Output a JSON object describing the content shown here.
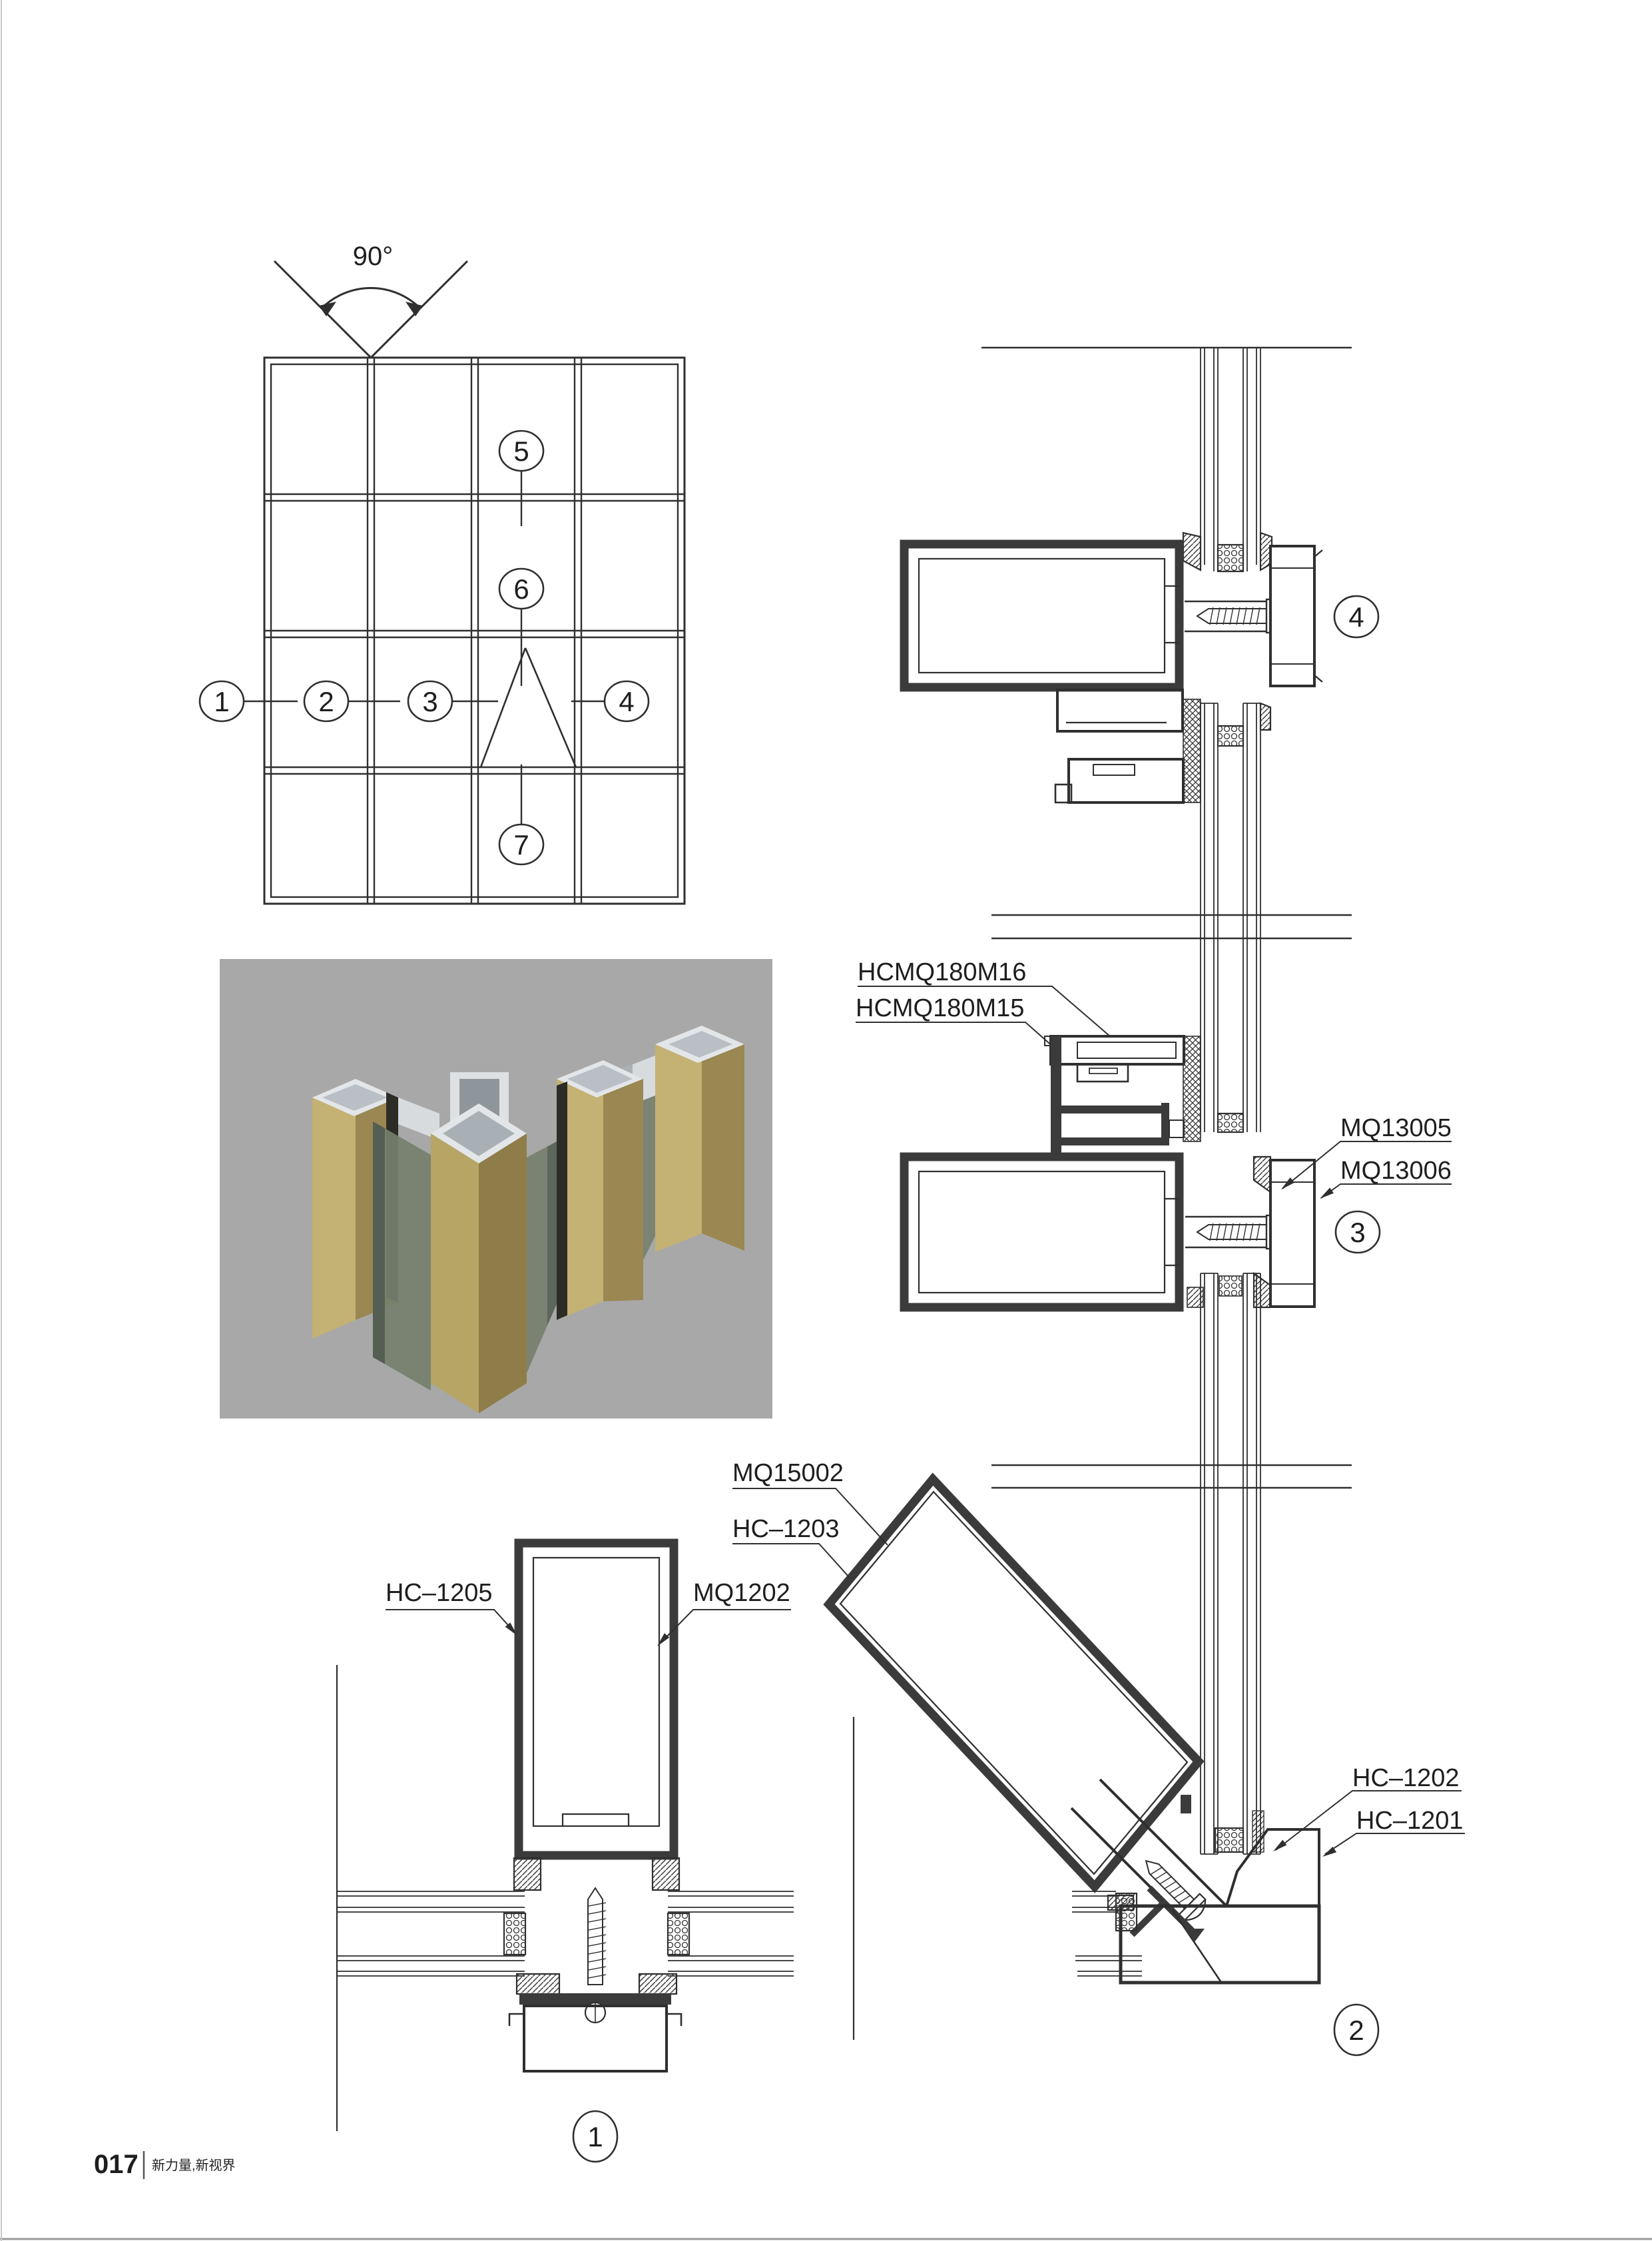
{
  "footer": {
    "page_number": "017",
    "tagline": "新力量,新视界"
  },
  "elevation": {
    "angle_label": "90°",
    "callout_1": "1",
    "callout_2": "2",
    "callout_3": "3",
    "callout_4": "4",
    "callout_5": "5",
    "callout_6": "6",
    "callout_7": "7"
  },
  "details": {
    "section4": {
      "callout": "4"
    },
    "section3": {
      "callout": "3",
      "label_top1": "HCMQ180M16",
      "label_top2": "HCMQ180M15",
      "label_right1": "MQ13005",
      "label_right2": "MQ13006"
    },
    "section1": {
      "callout": "1",
      "label_left": "HC–1205",
      "label_right": "MQ1202"
    },
    "section2": {
      "callout": "2",
      "label_top1": "MQ15002",
      "label_top2": "HC–1203",
      "label_right1": "HC–1202",
      "label_right2": "HC–1201"
    }
  },
  "colors": {
    "line": "#2f2f2f",
    "wall": "#3b3b3b",
    "render_bg": "#a8a8a8",
    "gold_light": "#c2b172",
    "gold_dark": "#9a8751",
    "silver": "#e3e6e8",
    "glass": "#76806e"
  }
}
